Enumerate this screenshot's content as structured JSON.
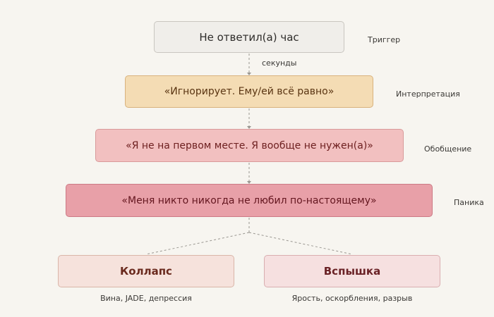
{
  "diagram": {
    "trigger": {
      "box_text": "Не ответил(а) час",
      "side_label": "Триггер"
    },
    "transition_label": "секунды",
    "interpretation": {
      "box_text": "«Игнорирует. Ему/ей всё равно»",
      "side_label": "Интерпретация"
    },
    "generalization": {
      "box_text": "«Я не на первом месте. Я вообще не нужен(а)»",
      "side_label": "Обобщение"
    },
    "panic": {
      "box_text": "«Меня никто никогда не любил по-настоящему»",
      "side_label": "Паника"
    },
    "outcomes": [
      {
        "box_text": "Коллапс",
        "caption": "Вина, JADE, депрессия"
      },
      {
        "box_text": "Вспышка",
        "caption": "Ярость, оскорбления, разрыв"
      }
    ]
  },
  "colors": {
    "background": "#f7f5f0",
    "trigger_fill": "#f0eeea",
    "interpretation_fill": "#f4dcb4",
    "generalization_fill": "#f2c0c0",
    "panic_fill": "#e8a0a8",
    "collapse_fill": "#f6e2dc",
    "flash_fill": "#f6e0e0",
    "connector": "#9a9791"
  }
}
